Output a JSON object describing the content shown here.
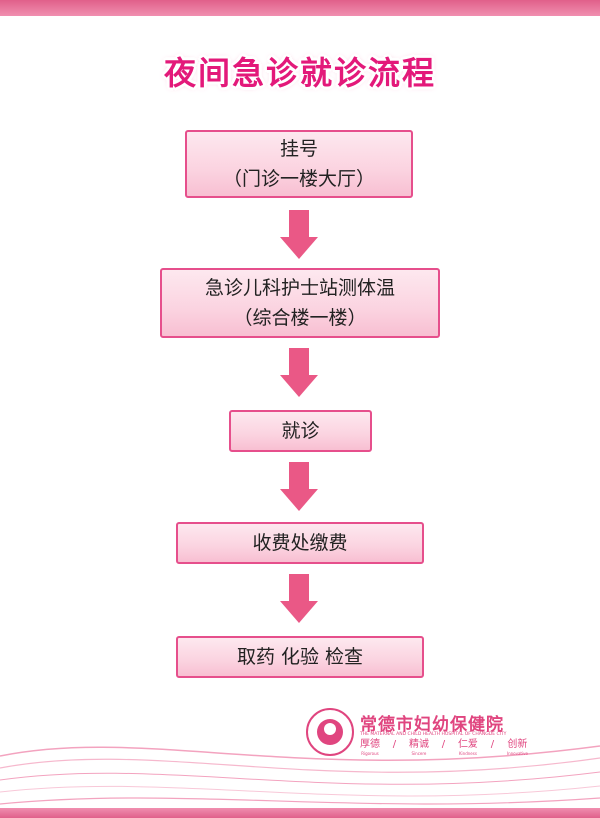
{
  "title": "夜间急诊就诊流程",
  "steps": [
    {
      "line1": "挂号",
      "line2": "（门诊一楼大厅）"
    },
    {
      "line1": "急诊儿科护士站测体温",
      "line2": "（综合楼一楼）"
    },
    {
      "line1": "就诊"
    },
    {
      "line1": "收费处缴费"
    },
    {
      "line1": "取药 化验 检查"
    }
  ],
  "footer": {
    "hospital_name": "常德市妇幼保健院",
    "hospital_name_en": "THE MATERNAL AND CHILD HEALTH HOSPITAL OF CHANGDE CITY",
    "motto": [
      {
        "cn": "厚德",
        "en": "Rigorous"
      },
      {
        "cn": "精诚",
        "en": "Sincere"
      },
      {
        "cn": "仁爱",
        "en": "Kindness"
      },
      {
        "cn": "创新",
        "en": "Innovative"
      }
    ]
  },
  "colors": {
    "title": "#e3197a",
    "box_border": "#e64f8c",
    "arrow": "#ea5886",
    "logo": "#e0457f"
  }
}
